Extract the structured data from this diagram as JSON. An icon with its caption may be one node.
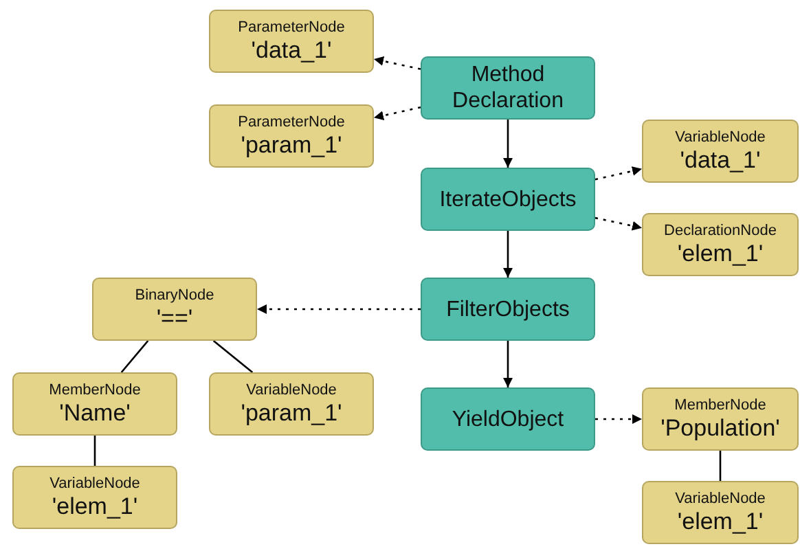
{
  "diagram": {
    "nodes": [
      {
        "text": [
          "ParameterNode",
          "'data_1'"
        ]
      },
      {
        "text": [
          "Method Declaration"
        ]
      },
      {
        "text": [
          "ParameterNode",
          "'param_1'"
        ]
      },
      {
        "text": [
          "VariableNode",
          "'data_1'"
        ]
      },
      {
        "text": [
          "IterateObjects"
        ]
      },
      {
        "text": [
          "DeclarationNode",
          "'elem_1'"
        ]
      },
      {
        "text": [
          "BinaryNode",
          "'=='"
        ]
      },
      {
        "text": [
          "FilterObjects"
        ]
      },
      {
        "text": [
          "MemberNode",
          "'Name'"
        ]
      },
      {
        "text": [
          "VariableNode",
          "'param_1'"
        ]
      },
      {
        "text": [
          "YieldObject"
        ]
      },
      {
        "text": [
          "MemberNode",
          "'Population'"
        ]
      },
      {
        "text": [
          "VariableNode",
          "'elem_1'"
        ]
      },
      {
        "text": [
          "VariableNode",
          "'elem_1'"
        ]
      }
    ],
    "edges": [
      {
        "from": 1,
        "to": 0,
        "arrow": "to",
        "style": "dashed"
      },
      {
        "from": 1,
        "to": 2,
        "arrow": "to",
        "style": "dashed"
      },
      {
        "from": 1,
        "to": 4,
        "arrow": "to"
      },
      {
        "from": 4,
        "to": 3,
        "arrow": "to",
        "style": "dashed"
      },
      {
        "from": 4,
        "to": 5,
        "arrow": "to",
        "style": "dashed"
      },
      {
        "from": 4,
        "to": 7,
        "arrow": "to"
      },
      {
        "from": 7,
        "to": 6,
        "arrow": "to",
        "style": "dashed"
      },
      {
        "from": 7,
        "to": 10,
        "arrow": "to"
      },
      {
        "from": 6,
        "to": 8,
        "arrow": "none"
      },
      {
        "from": 6,
        "to": 9,
        "arrow": "none"
      },
      {
        "from": 10,
        "to": 11,
        "arrow": "to",
        "style": "dashed"
      },
      {
        "from": 8,
        "to": 12,
        "arrow": "none"
      },
      {
        "from": 11,
        "to": 13,
        "arrow": "none"
      }
    ]
  }
}
